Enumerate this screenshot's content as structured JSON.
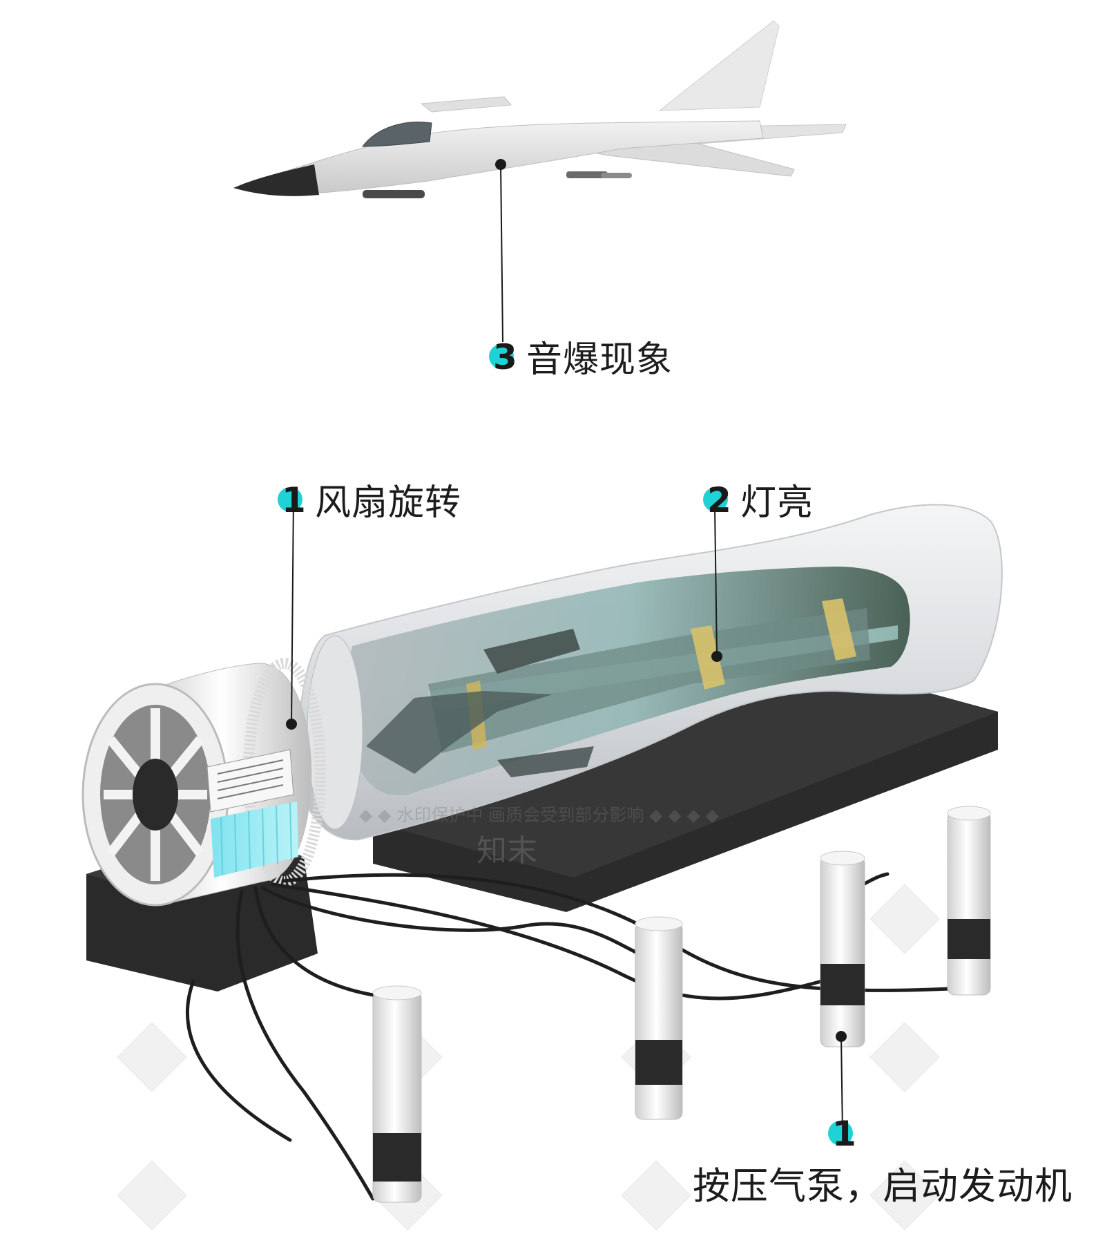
{
  "callouts": {
    "sonic_boom": {
      "num": "3",
      "text": "音爆现象"
    },
    "fan": {
      "num": "1",
      "text": "风扇旋转"
    },
    "light": {
      "num": "2",
      "text": "灯亮"
    },
    "pump": {
      "num": "1",
      "text": "按压气泵，启动发动机"
    }
  },
  "watermark": {
    "notice": "◆ ◆ 水印保护中 画质会受到部分影响 ◆ ◆ ◆ ◆",
    "mark": "知末"
  },
  "colors": {
    "badge": "#1fd2d6",
    "base": "#2b2b2b",
    "leader": "#1a1a1a",
    "glow": "#9ee8ef"
  },
  "icons": [
    "jet-icon",
    "fan-unit-icon",
    "wind-tunnel-icon",
    "air-pump-icon"
  ]
}
